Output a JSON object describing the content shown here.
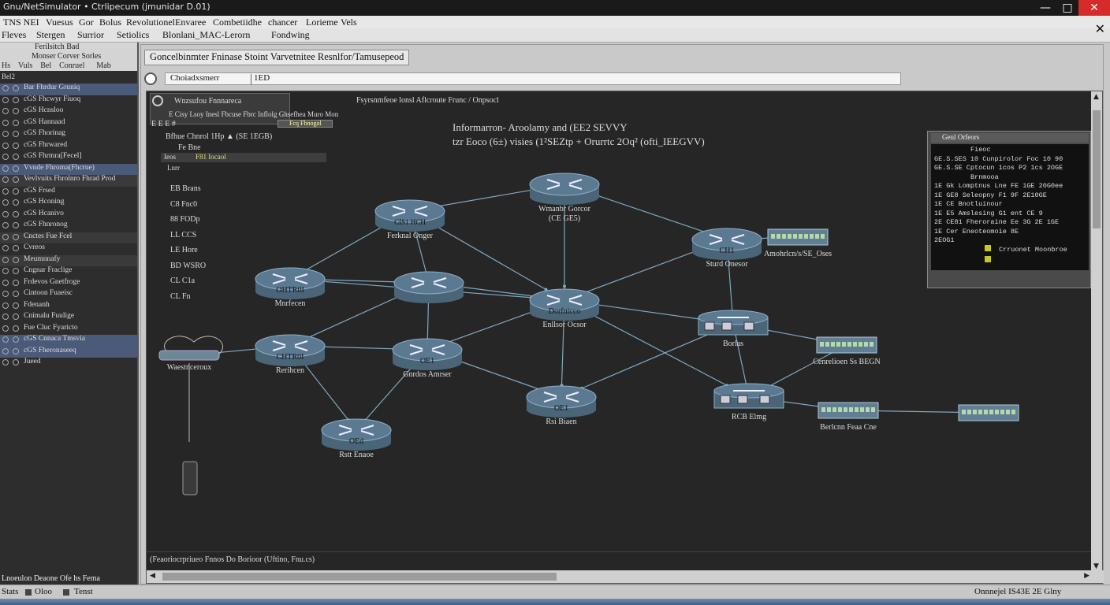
{
  "window": {
    "title": "Gnu/NetSimulator • Ctrlipecum (jmunidar D.01)",
    "controls": [
      "minimize-icon",
      "maximize-icon",
      "close-icon"
    ]
  },
  "menubar_top": {
    "items": [
      "TNS NEI",
      "Vuesus",
      "Gor",
      "Bolus",
      "Revolutionel",
      "Envaree",
      "Combetiidhe",
      "chancer",
      "Lorieme",
      "Vels"
    ]
  },
  "menubar": {
    "items": [
      "Fleves",
      "Stergen",
      "Surrior",
      "Setiolics",
      "Blonlani_MAC-Lerorn",
      "Fondwing"
    ]
  },
  "sidebar": {
    "header_line1": "Ferilsitch Bad",
    "header_line2": "Monser Corver Sorles",
    "cols": [
      "Hs",
      "Vuls",
      "Bel",
      "Conruel",
      "Mab"
    ],
    "cols_label": "Bel2",
    "items": [
      {
        "label": "Bar Fhrdur Gruniq",
        "state": "sel"
      },
      {
        "label": "cGS Fhcwyr Fiuoq",
        "state": ""
      },
      {
        "label": "cGS Hcnsloo",
        "state": ""
      },
      {
        "label": "cGS Hannaad",
        "state": ""
      },
      {
        "label": "cGS Fhorinag",
        "state": ""
      },
      {
        "label": "cGS Fhrwared",
        "state": ""
      },
      {
        "label": "cGS Fhrmra[Fecel]",
        "state": ""
      },
      {
        "label": "Vvnde Fhroma(Fhcrue)",
        "state": "sel"
      },
      {
        "label": "Vevlvuits Fhrolnro Fhrad Prod",
        "state": "alt"
      },
      {
        "label": "cGS Frsed",
        "state": ""
      },
      {
        "label": "cGS Hconing",
        "state": ""
      },
      {
        "label": "cGS Hcanivo",
        "state": ""
      },
      {
        "label": "cGS Fhnronog",
        "state": ""
      },
      {
        "label": "Cnctes Fue Fcel",
        "state": "alt"
      },
      {
        "label": "Cvreos",
        "state": ""
      },
      {
        "label": "Meumnnafy",
        "state": "alt"
      },
      {
        "label": "Cngnar Fraclige",
        "state": ""
      },
      {
        "label": "Frdevos Gnetfroge",
        "state": ""
      },
      {
        "label": "Cintoon Fuaeisc",
        "state": ""
      },
      {
        "label": "Fdenanh",
        "state": ""
      },
      {
        "label": "Cnimalu Fuulige",
        "state": ""
      },
      {
        "label": "Fue Cluc Fyaricto",
        "state": ""
      },
      {
        "label": "cGS Cnnaca Tmsvia",
        "state": "sel"
      },
      {
        "label": "cGS Fheronaseeq",
        "state": "sel"
      },
      {
        "label": "Jueed",
        "state": ""
      }
    ],
    "footer": "Lnoeulon Deaone Ofe hs Fema"
  },
  "main": {
    "tabs": "Goncelbinmter  Fninase  Stoint  Varvetnitee  Resnlfor/Tamusepeod",
    "address_label": "Choiadxsmerr",
    "address_value": "1ED",
    "canvas_header_left": "Wnzsufou Fnnnareca",
    "canvas_header_right": "Fsyrsnmfeoe lonsl Aflcroute Frunc / Onpsocl",
    "canvas_toolbar": "E  Cisy   Lsoy  Inesl  Fbcuse  Fbrc Inflolg  Ghsefhea  Muro  Mon",
    "toolbar_badge": "Fcq Fbnogol",
    "title_line1": "Informarron-  Aroolamy  and  (EE2 SEVVY",
    "title_line2": "tzr  Eoco  (6±)  visies   (1²SEZtp  +  Orurrtc  2Oq²  (ofti_IEEGVV)",
    "left_panel": {
      "hdr": "E E E #",
      "line1": "Bfhue    Chnrol   1Hp  ▲  (SE  1EGB)",
      "line2": "Fe Bne",
      "line3_label": "Ieos",
      "line3_value": "F81 Iocaol",
      "line4": "Lnrr",
      "rows": [
        "EB Brans",
        "C8 Fnc0",
        "88 FODp",
        "LL CCS",
        "LE Hore",
        "BD WSRO",
        "CL C1a",
        "CL Fn"
      ]
    },
    "footer_note": "(Feaoriocrpriueo   Fnnos  Do  Borioor  (Uftino,  Fnu.cs)"
  },
  "info_panel": {
    "header": "Genl Orfeors",
    "lines": [
      "Fieoc",
      "GE.S.SES  10  Cunpirolor  Foc  10  90",
      "GE.S.SE  Cptocun  1cos  P2  1cs  2OGE",
      "Brnmooa",
      "1E  Gk   Lomptnus  Lne  FE  1GE  20G0ee",
      "1E  GE8  Seleopny  F1  9F  2E10GE",
      "1E  CE  Bnotluinour",
      "1E  E5   Amslesing  G1  ent  CE  9",
      "2E  CE81  Fheroraine  Ee  3G  2E  1GE",
      "1E  Cer   Eneoteomoie  8E",
      "2EOG1",
      "Crruonet  Moonbroe"
    ],
    "accent": "#c8c820"
  },
  "nodes": [
    {
      "id": "r1",
      "kind": "router",
      "label_in": "",
      "label": "Ferknal Onger",
      "inner": "CIS1 HCH"
    },
    {
      "id": "r2",
      "kind": "router",
      "label_in": "",
      "label": "Wmanbr Gorcor (CE GE5)"
    },
    {
      "id": "r3",
      "kind": "router",
      "label_in": "CH1",
      "label": "Sturd Onesor"
    },
    {
      "id": "r4",
      "kind": "router",
      "label_in": "OHTR0I",
      "label": "Mnrfecen"
    },
    {
      "id": "r5",
      "kind": "router",
      "label_in": "",
      "label": ""
    },
    {
      "id": "r6",
      "kind": "router",
      "label_in": "Dorfnicco",
      "label": "Enllsor Ocsor"
    },
    {
      "id": "r7",
      "kind": "router",
      "label_in": "CHTR0I",
      "label": "Rerihcen"
    },
    {
      "id": "r8",
      "kind": "router",
      "label_in": "OE1",
      "label": "Gnrdos Amrser"
    },
    {
      "id": "r9",
      "kind": "router",
      "label_in": "OE1",
      "label": "Rsi Biaen"
    },
    {
      "id": "r10",
      "kind": "router",
      "label_in": "OEd",
      "label": "Rstt Enaoe"
    },
    {
      "id": "s1",
      "kind": "switch",
      "label": "Borlas"
    },
    {
      "id": "s2",
      "kind": "switch",
      "label": "RCB Elmg"
    },
    {
      "id": "p1",
      "kind": "panel",
      "label": "Amohrlcn/s/SE_Oses"
    },
    {
      "id": "p2",
      "kind": "panel",
      "label": "Cenrelioen Ss  BEGN"
    },
    {
      "id": "p3",
      "kind": "panel",
      "label": "Berlcnn Feaa  Cne"
    },
    {
      "id": "p4",
      "kind": "panel",
      "label": ""
    },
    {
      "id": "w1",
      "kind": "wireless",
      "label": "Waestnceroux"
    }
  ],
  "status": {
    "left": "Stats",
    "items": [
      "Oloo",
      "Tenst"
    ],
    "right": "Onnnejel    IS43E    2E  Glny"
  },
  "colors": {
    "canvas_bg": "#262626",
    "node_fill": "#5b7a92",
    "link": "#7fa8c0",
    "title_bar": "#1a1a1a",
    "close_red": "#d62b2b"
  }
}
